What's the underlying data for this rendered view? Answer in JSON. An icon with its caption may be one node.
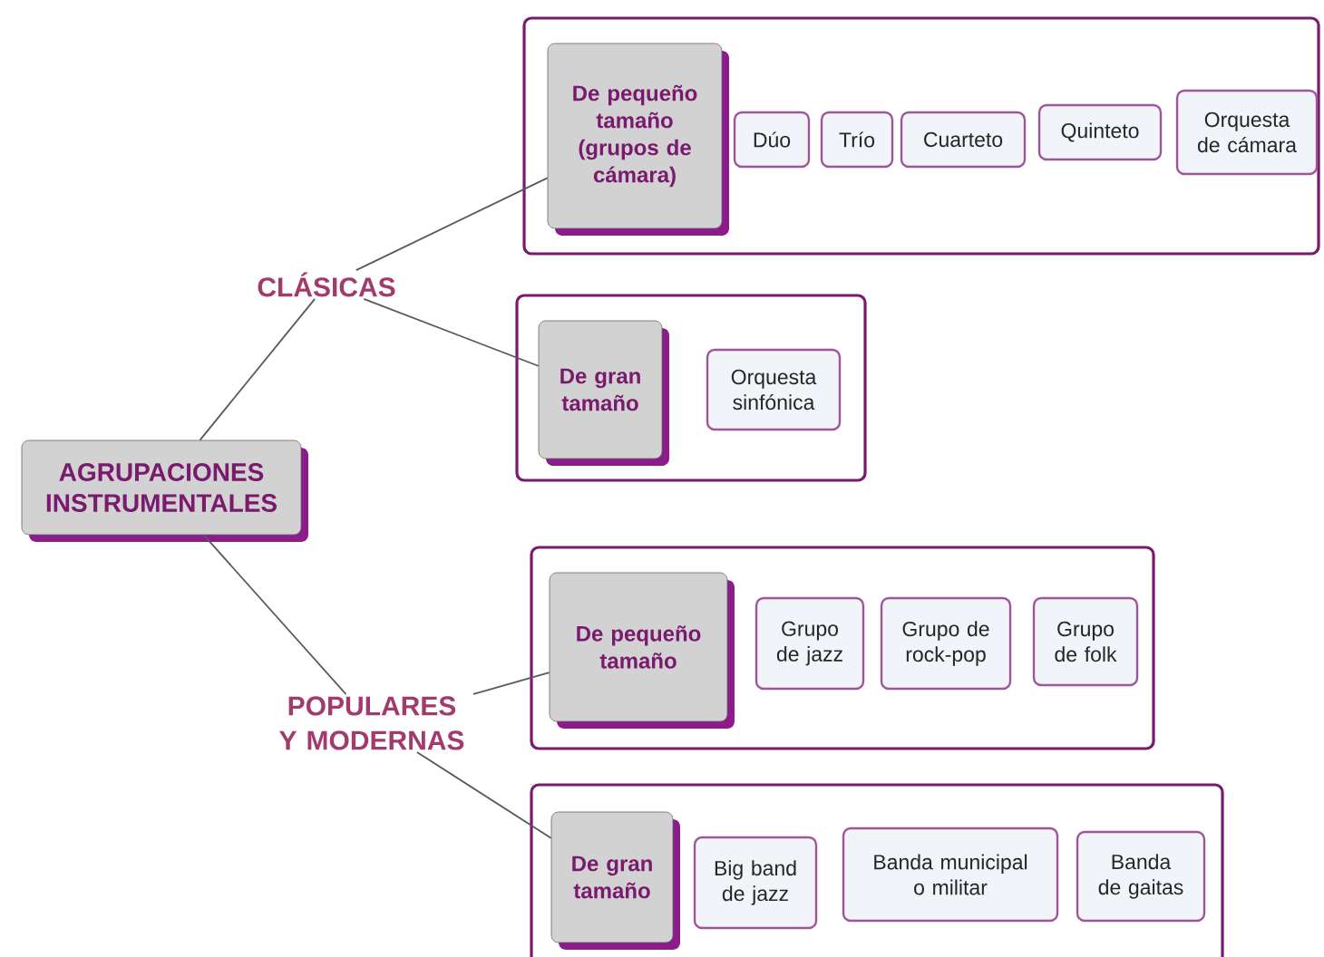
{
  "diagram": {
    "nodes": [
      {
        "text": [
          "AGRUPACIONES INSTRUMENTALES"
        ]
      },
      {
        "text": [
          "CLÁSICAS"
        ]
      },
      {
        "text": [],
        "shape": "box"
      },
      {
        "text": [
          "De pequeño tamaño (grupos de cámara)"
        ],
        "in": 2
      },
      {
        "text": [
          "Dúo"
        ],
        "in": 2
      },
      {
        "text": [
          "Trío"
        ],
        "in": 2
      },
      {
        "text": [
          "Cuarteto"
        ],
        "in": 2
      },
      {
        "text": [
          "Quinteto"
        ],
        "in": 2
      },
      {
        "text": [
          "Orquesta de cámara"
        ],
        "in": 2
      },
      {
        "text": [],
        "shape": "box"
      },
      {
        "text": [
          "De gran tamaño"
        ],
        "in": 9
      },
      {
        "text": [
          "Orquesta sinfónica"
        ],
        "in": 9
      },
      {
        "text": [
          "POPULARES Y MODERNAS"
        ]
      },
      {
        "text": [],
        "shape": "box"
      },
      {
        "text": [
          "De pequeño tamaño"
        ],
        "in": 13
      },
      {
        "text": [
          "Grupo de jazz"
        ],
        "in": 13
      },
      {
        "text": [
          "Grupo de rock-pop"
        ],
        "in": 13
      },
      {
        "text": [
          "Grupo de folk"
        ],
        "in": 13
      },
      {
        "text": [],
        "shape": "box"
      },
      {
        "text": [
          "De gran tamaño"
        ],
        "in": 18
      },
      {
        "text": [
          "Big band de jazz"
        ],
        "in": 18
      },
      {
        "text": [
          "Banda municipal o militar"
        ],
        "in": 18
      },
      {
        "text": [
          "Banda de gaitas"
        ],
        "in": 18
      }
    ],
    "edges": [
      {
        "from": 0,
        "to": 1,
        "arrow": "none"
      },
      {
        "from": 1,
        "to": 3,
        "arrow": "none"
      },
      {
        "from": 1,
        "to": 10,
        "arrow": "none"
      },
      {
        "from": 0,
        "to": 12,
        "arrow": "none"
      },
      {
        "from": 12,
        "to": 14,
        "arrow": "none"
      },
      {
        "from": 12,
        "to": 19,
        "arrow": "none"
      }
    ]
  }
}
